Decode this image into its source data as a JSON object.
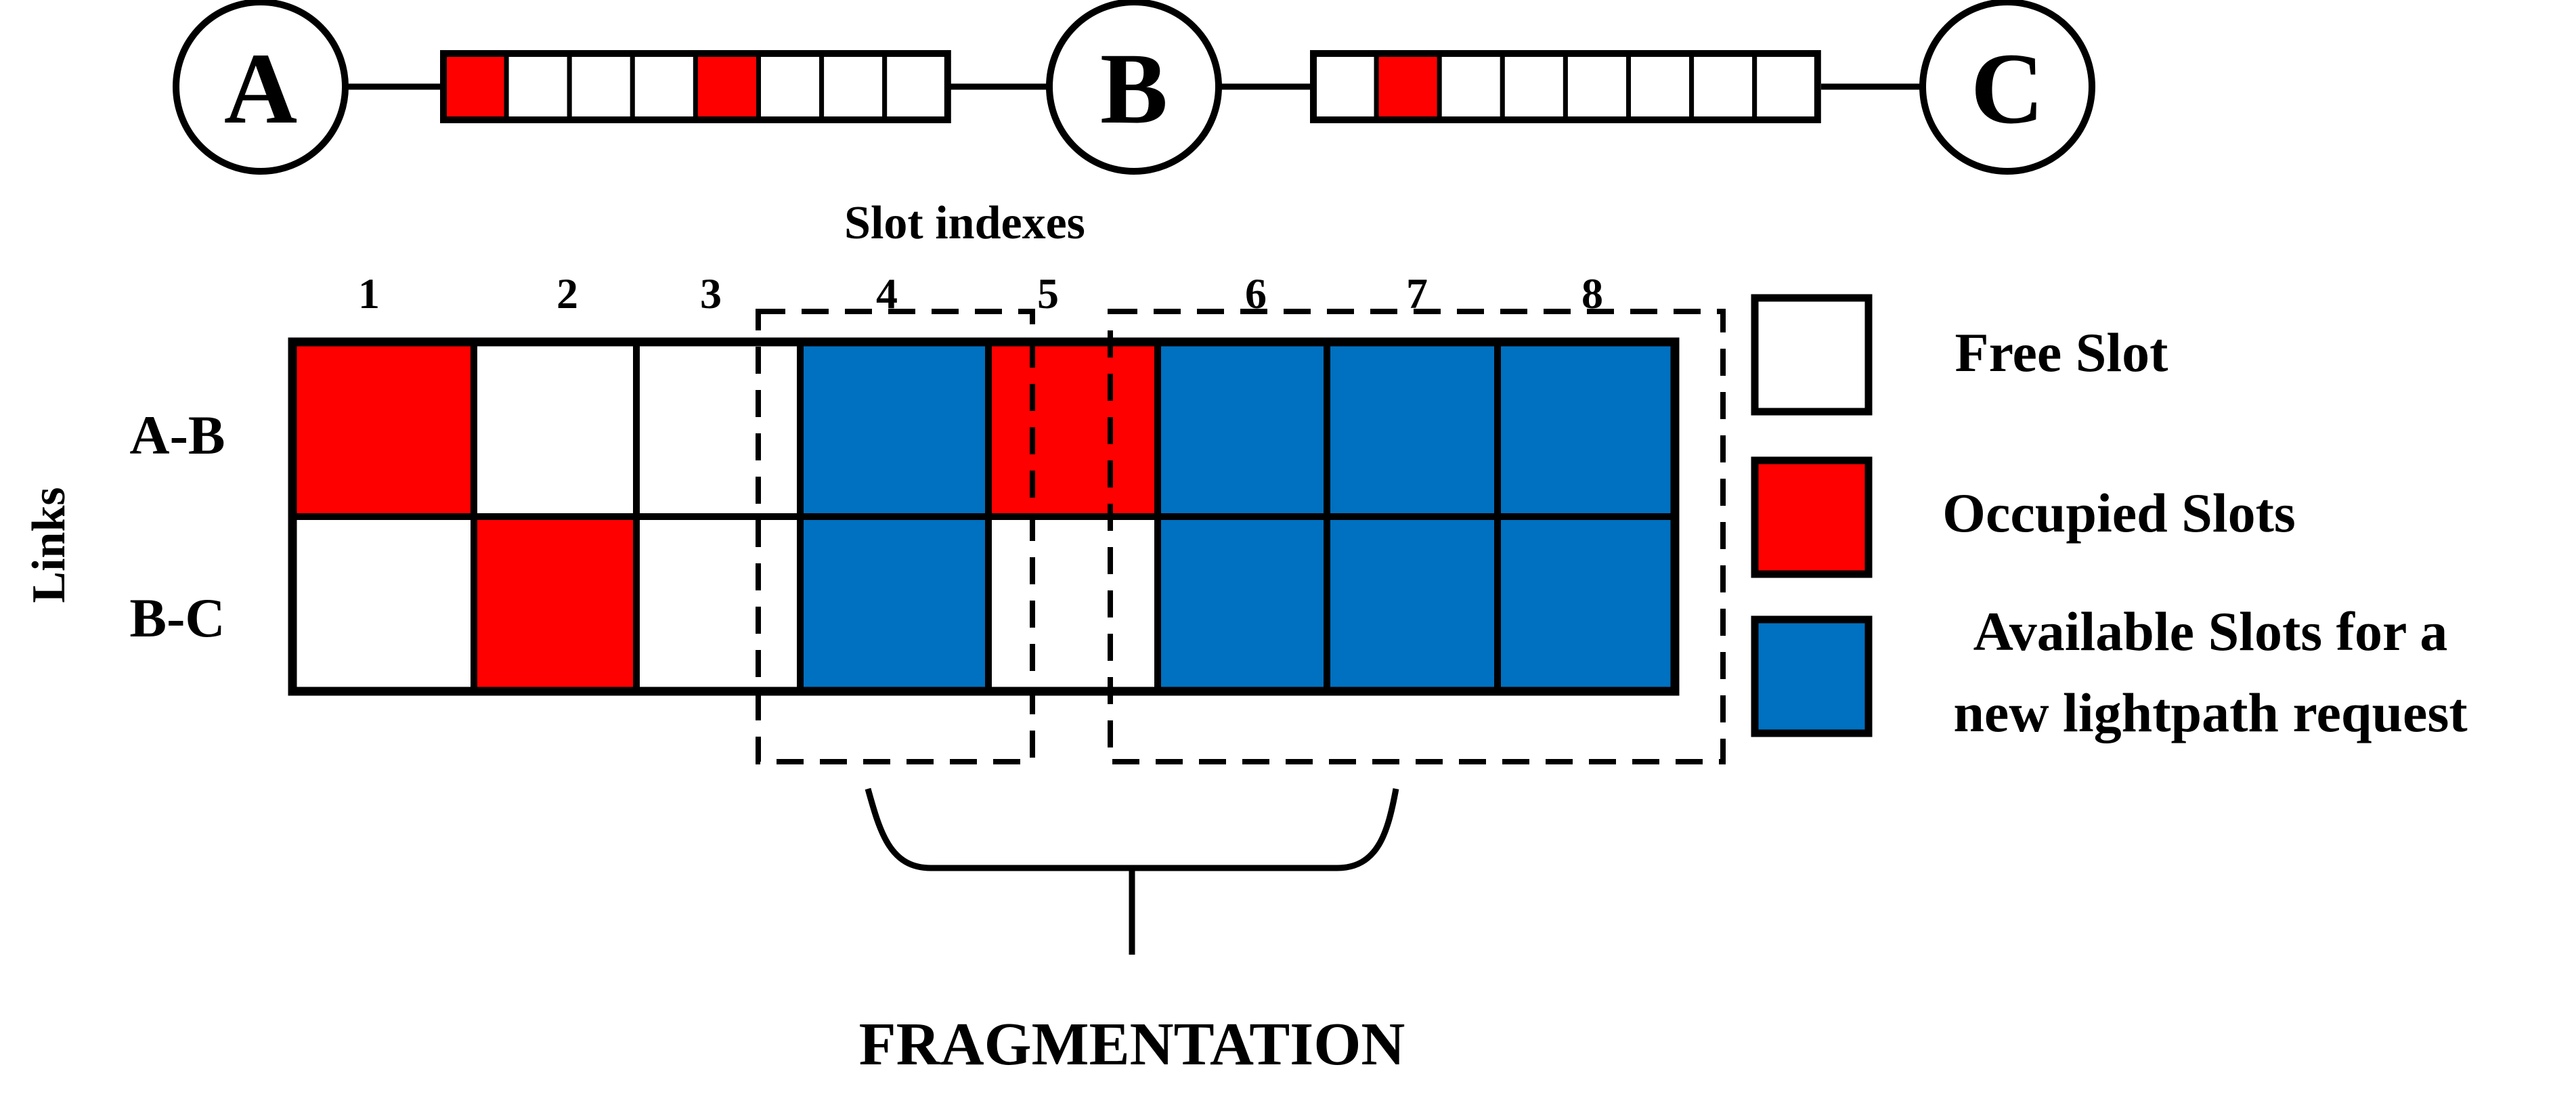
{
  "nodes": [
    {
      "label": "A"
    },
    {
      "label": "B"
    },
    {
      "label": "C"
    }
  ],
  "spans": [
    {
      "slots": [
        "occupied",
        "free",
        "free",
        "free",
        "occupied",
        "free",
        "free",
        "free"
      ]
    },
    {
      "slots": [
        "free",
        "occupied",
        "free",
        "free",
        "free",
        "free",
        "free",
        "free"
      ]
    }
  ],
  "slot_indexes_title": "Slot indexes",
  "slot_index_labels": [
    "1",
    "2",
    "3",
    "4",
    "5",
    "6",
    "7",
    "8"
  ],
  "links_axis_label": "Links",
  "links": [
    {
      "label": "A-B",
      "slots": [
        "occupied",
        "free",
        "free",
        "available",
        "occupied",
        "available",
        "available",
        "available"
      ]
    },
    {
      "label": "B-C",
      "slots": [
        "free",
        "occupied",
        "free",
        "available",
        "free",
        "available",
        "available",
        "available"
      ]
    }
  ],
  "legend": [
    {
      "state": "free",
      "lines": [
        "Free Slot"
      ]
    },
    {
      "state": "occupied",
      "lines": [
        "Occupied Slots"
      ]
    },
    {
      "state": "available",
      "lines": [
        "Available Slots for a",
        "new lightpath request"
      ]
    }
  ],
  "fragmentation_label": "FRAGMENTATION",
  "colors": {
    "free": "#ffffff",
    "occupied": "#ff0000",
    "available": "#0070c0",
    "stroke": "#000000"
  }
}
